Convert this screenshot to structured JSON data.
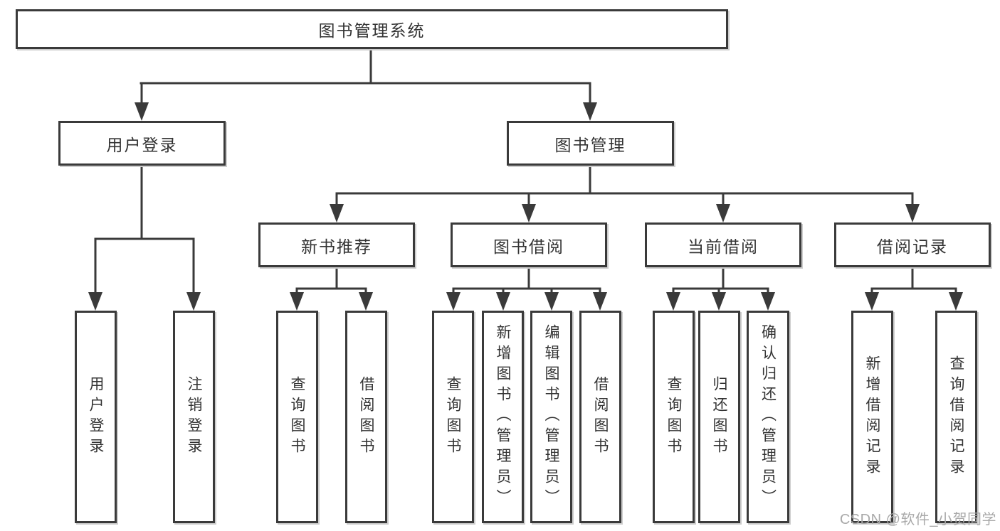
{
  "diagram": {
    "root_label": "图书管理系统",
    "level2": [
      {
        "label": "用户登录",
        "children": [
          {
            "label": "用户登录"
          },
          {
            "label": "注销登录"
          }
        ]
      },
      {
        "label": "图书管理",
        "children": [
          {
            "label": "新书推荐",
            "children": [
              {
                "label": "查询图书"
              },
              {
                "label": "借阅图书"
              }
            ]
          },
          {
            "label": "图书借阅",
            "children": [
              {
                "label": "查询图书"
              },
              {
                "label": "新增图书（管理员）"
              },
              {
                "label": "编辑图书（管理员）"
              },
              {
                "label": "借阅图书"
              }
            ]
          },
          {
            "label": "当前借阅",
            "children": [
              {
                "label": "查询图书"
              },
              {
                "label": "归还图书"
              },
              {
                "label": "确认归还（管理员）"
              }
            ]
          },
          {
            "label": "借阅记录",
            "children": [
              {
                "label": "新增借阅记录"
              },
              {
                "label": "查询借阅记录"
              }
            ]
          }
        ]
      }
    ]
  },
  "watermark": "CSDN @软件_小贺同学",
  "colors": {
    "line": "#3a3a3a",
    "box_border": "#3a3a3a",
    "box_shadow": "#cdcdcd",
    "text": "#333333",
    "watermark": "#a9a9a9",
    "background": "#ffffff"
  }
}
